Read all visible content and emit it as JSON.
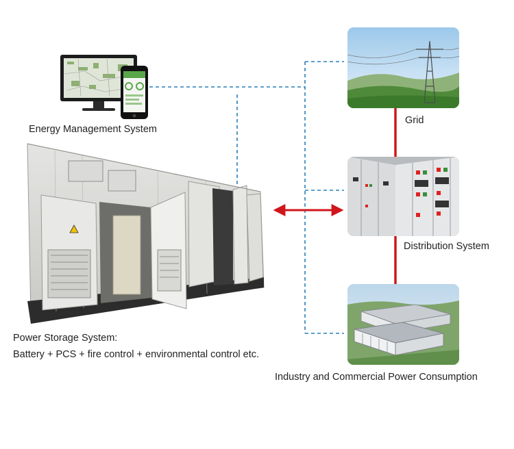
{
  "labels": {
    "ems": "Energy Management System",
    "grid": "Grid",
    "distribution": "Distribution System",
    "industry": "Industry and Commercial Power Consumption",
    "storage_line1": "Power Storage System:",
    "storage_line2": "Battery + PCS + fire control + environmental control etc."
  },
  "colors": {
    "dashed_link": "#2a7fb8",
    "power_link": "#d0161c"
  }
}
